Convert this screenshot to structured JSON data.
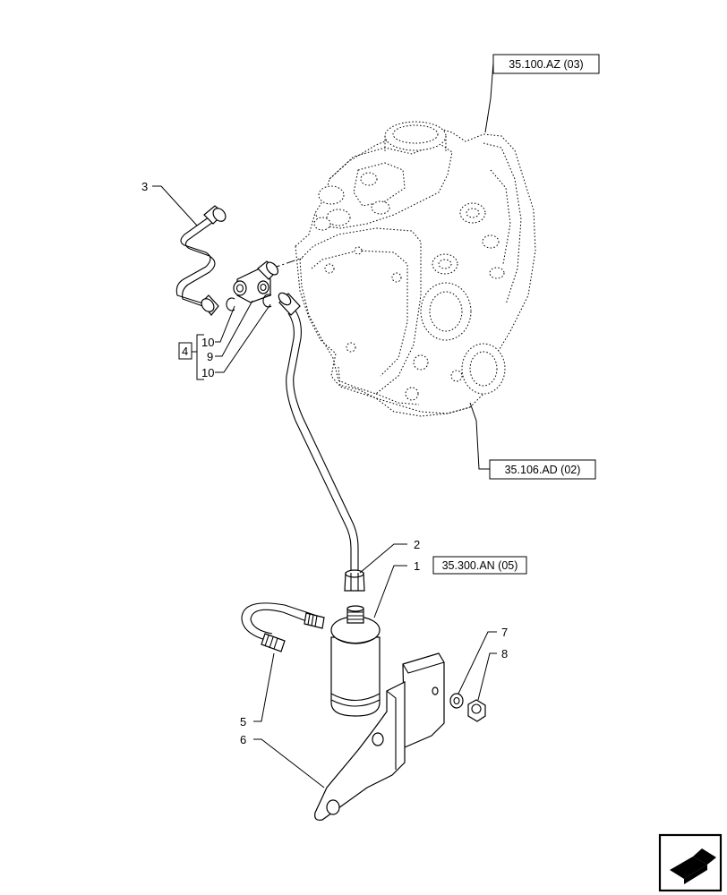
{
  "references": {
    "pump_top": "35.100.AZ (03)",
    "pump_bottom": "35.106.AD (02)",
    "accumulator": "35.300.AN (05)"
  },
  "callouts": {
    "item1": "1",
    "item2": "2",
    "item3": "3",
    "item4": "4",
    "item5": "5",
    "item6": "6",
    "item7": "7",
    "item8": "8",
    "item9": "9",
    "item10a": "10",
    "item10b": "10"
  },
  "icons": {
    "nav": "next-page-arrow-icon"
  }
}
